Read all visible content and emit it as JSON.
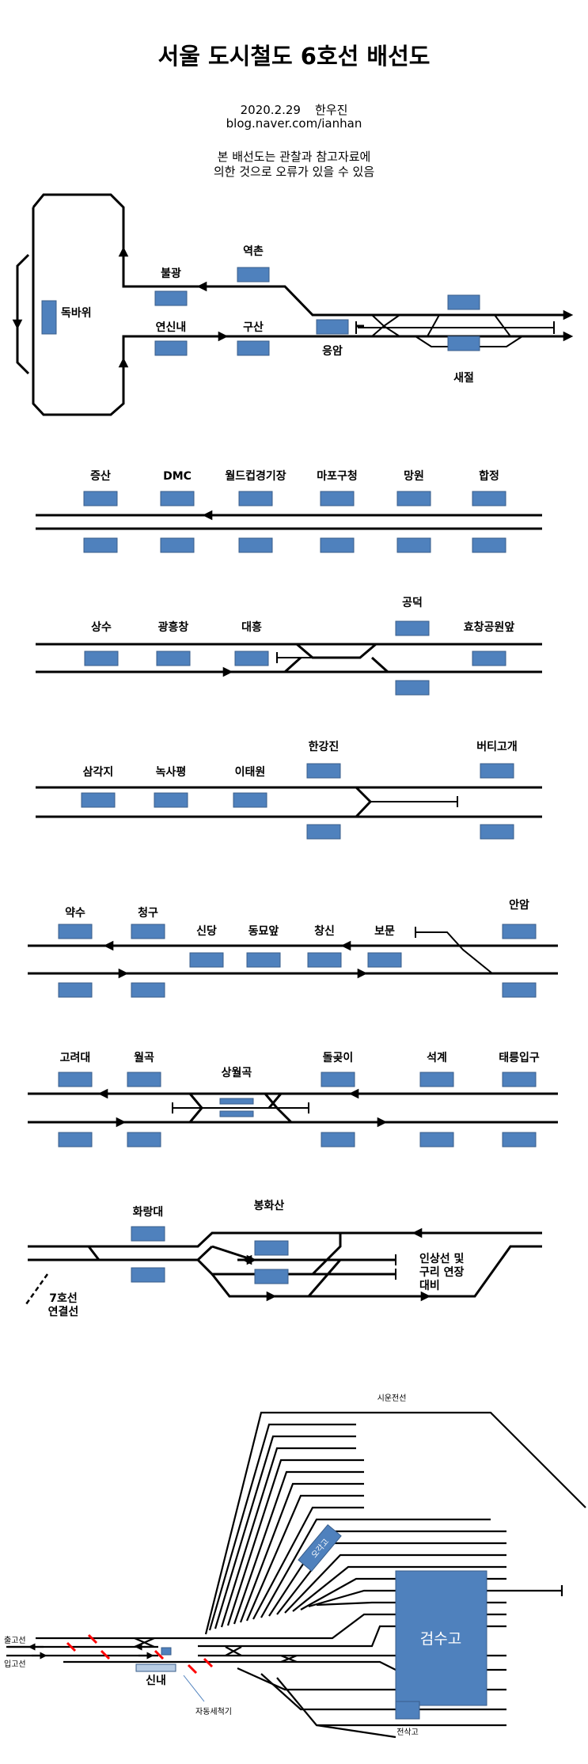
{
  "header": {
    "title": "서울 도시철도 6호선 배선도",
    "date": "2020.2.29",
    "author": "한우진",
    "blog": "blog.naver.com/ianhan",
    "note_line1": "본 배선도는 관찰과 참고자료에",
    "note_line2": "의한 것으로  오류가 있을 수 있음"
  },
  "colors": {
    "platform": "#4f81bd",
    "platform_border": "#385d8a",
    "track": "#000000",
    "signal": "#ff0000"
  },
  "sections": {
    "loop": {
      "dokbawi": "독바위",
      "bulgwang": "불광",
      "yeokchon": "역촌",
      "yeonsinnae": "연신내",
      "gusan": "구산",
      "eungam": "응암",
      "saejeol": "새절"
    },
    "s2": {
      "jeungsan": "증산",
      "dmc": "DMC",
      "wcup": "월드컵경기장",
      "mapo_office": "마포구청",
      "mangwon": "망원",
      "hapjeong": "합정"
    },
    "s3": {
      "sangsu": "상수",
      "gwangheungchang": "광흥창",
      "daeheung": "대흥",
      "gongdeok": "공덕",
      "hyochang": "효창공원앞"
    },
    "s4": {
      "samgakji": "삼각지",
      "noksapyeong": "녹사평",
      "itaewon": "이태원",
      "hangangjin": "한강진",
      "beotigogae": "버티고개"
    },
    "s5": {
      "yaksu": "약수",
      "cheonggu": "청구",
      "sindang": "신당",
      "dongmyo": "동묘앞",
      "changsin": "창신",
      "bomun": "보문",
      "anam": "안암"
    },
    "s6": {
      "korea_univ": "고려대",
      "wolgok": "월곡",
      "sangwolgok": "상월곡",
      "dolgoji": "돌곶이",
      "seokgye": "석계",
      "taereung": "태릉입구"
    },
    "s7": {
      "hwarangdae": "화랑대",
      "bonghwasan": "봉화산",
      "line7_link_1": "7호선",
      "line7_link_2": "연결선",
      "extension_1": "인상선 및",
      "extension_2": "구리 연장",
      "extension_3": "대비"
    },
    "depot": {
      "siun": "시운전선",
      "chulgo": "출고선",
      "ipgo": "입고선",
      "sinnae": "신내",
      "washer": "자동세척기",
      "ogam": "오각고",
      "geomsugo": "검수고",
      "jeonsakgo": "전삭고"
    }
  }
}
